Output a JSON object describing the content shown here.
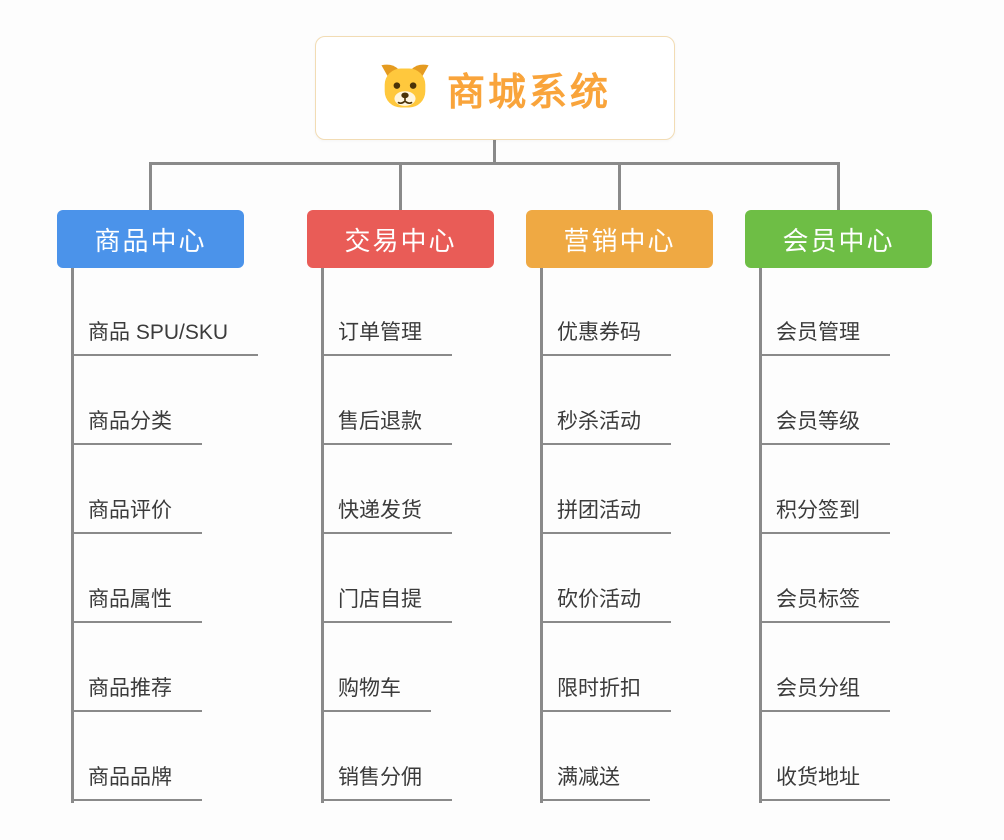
{
  "root": {
    "title": "商城系统",
    "title_color": "#F9A43B",
    "border_color": "#F2DCB4",
    "icon": "dog-face-icon"
  },
  "line_color": "#8A8A8A",
  "branches": [
    {
      "label": "商品中心",
      "color": "#4B93EA",
      "items": [
        "商品 SPU/SKU",
        "商品分类",
        "商品评价",
        "商品属性",
        "商品推荐",
        "商品品牌"
      ]
    },
    {
      "label": "交易中心",
      "color": "#E95C57",
      "items": [
        "订单管理",
        "售后退款",
        "快递发货",
        "门店自提",
        "购物车",
        "销售分佣"
      ]
    },
    {
      "label": "营销中心",
      "color": "#EFA943",
      "items": [
        "优惠券码",
        "秒杀活动",
        "拼团活动",
        "砍价活动",
        "限时折扣",
        "满减送"
      ]
    },
    {
      "label": "会员中心",
      "color": "#6EBE45",
      "items": [
        "会员管理",
        "会员等级",
        "积分签到",
        "会员标签",
        "会员分组",
        "收货地址"
      ]
    }
  ]
}
